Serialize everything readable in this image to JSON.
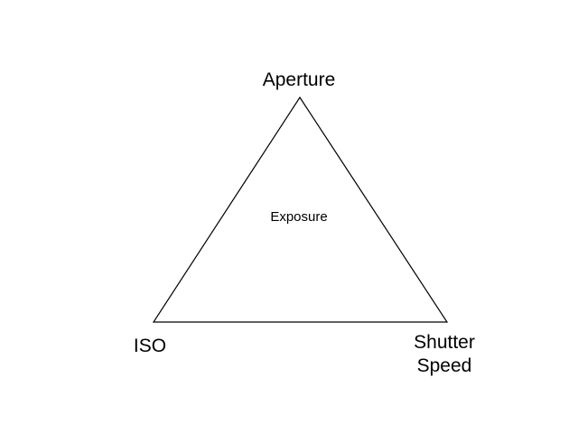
{
  "diagram": {
    "type": "triangle-relationship-diagram",
    "center_label": "Exposure",
    "vertices": {
      "top": {
        "label": "Aperture"
      },
      "bottom_left": {
        "label": "ISO"
      },
      "bottom_right": {
        "label": "Shutter Speed"
      }
    },
    "colors": {
      "background": "#ffffff",
      "stroke": "#000000",
      "text": "#000000"
    }
  }
}
